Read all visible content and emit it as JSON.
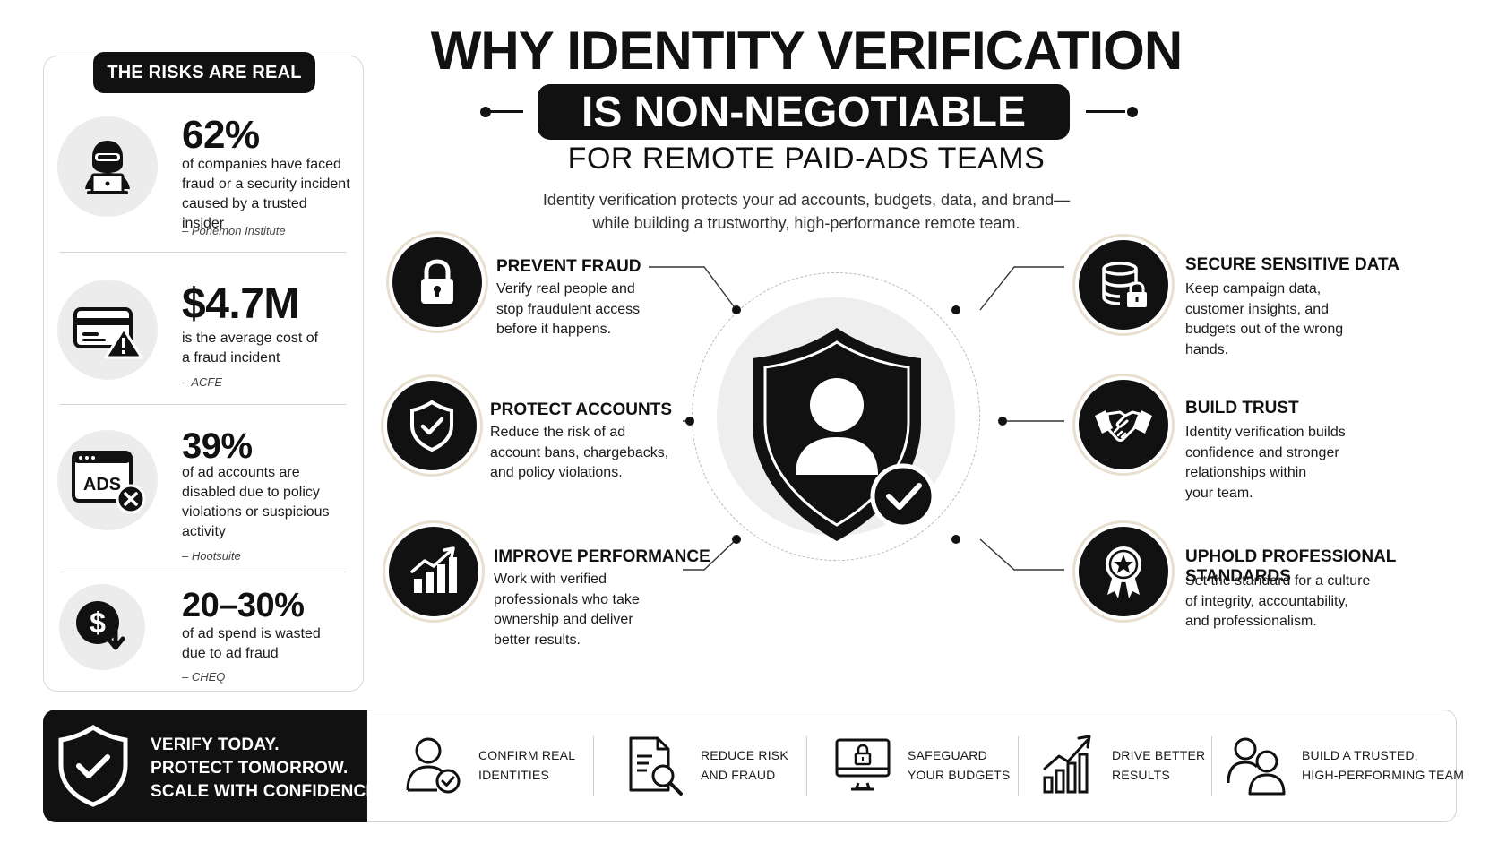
{
  "header": {
    "title": "WHY IDENTITY VERIFICATION",
    "title_highlight": "IS NON-NEGOTIABLE",
    "subtitle": "FOR REMOTE PAID-ADS TEAMS",
    "intro_line1": "Identity verification protects your ad accounts, budgets, data, and brand—",
    "intro_line2": "while building a trustworthy, high-performance remote team."
  },
  "risks": {
    "heading": "THE RISKS ARE REAL",
    "stats": [
      {
        "icon": "hacker-laptop-icon",
        "value": "62%",
        "desc": [
          "of companies have faced",
          "fraud or a security incident",
          "caused by a trusted insider"
        ],
        "source": "– Ponemon Institute"
      },
      {
        "icon": "credit-card-warning-icon",
        "value": "$4.7M",
        "desc": [
          "is the average cost of",
          "a fraud incident"
        ],
        "source": "– ACFE"
      },
      {
        "icon": "ads-window-blocked-icon",
        "value": "39%",
        "badge": "ADS",
        "desc": [
          "of ad accounts are",
          "disabled due to policy",
          "violations or suspicious",
          "activity"
        ],
        "source": "– Hootsuite"
      },
      {
        "icon": "dollar-down-icon",
        "value": "20–30%",
        "desc": [
          "of ad spend is wasted",
          "due to ad fraud"
        ],
        "source": "– CHEQ"
      }
    ]
  },
  "benefits_left": [
    {
      "icon": "padlock-icon",
      "title": "PREVENT FRAUD",
      "desc": [
        "Verify real people and",
        "stop fraudulent access",
        "before it happens."
      ]
    },
    {
      "icon": "shield-check-icon",
      "title": "PROTECT ACCOUNTS",
      "desc": [
        "Reduce the risk of ad",
        "account bans, chargebacks,",
        "and policy violations."
      ]
    },
    {
      "icon": "bar-chart-growth-icon",
      "title": "IMPROVE PERFORMANCE",
      "desc": [
        "Work with verified",
        "professionals who take",
        "ownership and deliver",
        "better results."
      ]
    }
  ],
  "benefits_right": [
    {
      "icon": "database-lock-icon",
      "title": "SECURE SENSITIVE DATA",
      "desc": [
        "Keep campaign data,",
        "customer insights, and",
        "budgets out of the wrong",
        "hands."
      ]
    },
    {
      "icon": "handshake-icon",
      "title": "BUILD TRUST",
      "desc": [
        "Identity verification builds",
        "confidence and stronger",
        "relationships within",
        "your team."
      ]
    },
    {
      "icon": "award-badge-icon",
      "title": "UPHOLD PROFESSIONAL STANDARDS",
      "desc": [
        "Set the standard for a culture",
        "of integrity, accountability,",
        "and professionalism."
      ]
    }
  ],
  "cta": {
    "lines": [
      "VERIFY TODAY.",
      "PROTECT TOMORROW.",
      "SCALE WITH CONFIDENCE."
    ]
  },
  "bottom_items": [
    {
      "icon": "user-check-icon",
      "lines": [
        "CONFIRM REAL",
        "IDENTITIES"
      ]
    },
    {
      "icon": "document-search-icon",
      "lines": [
        "REDUCE RISK",
        "AND FRAUD"
      ]
    },
    {
      "icon": "monitor-lock-icon",
      "lines": [
        "SAFEGUARD",
        "YOUR BUDGETS"
      ]
    },
    {
      "icon": "growth-chart-icon",
      "lines": [
        "DRIVE BETTER",
        "RESULTS"
      ]
    },
    {
      "icon": "team-icon",
      "lines": [
        "BUILD A TRUSTED,",
        "HIGH-PERFORMING TEAM"
      ]
    }
  ],
  "colors": {
    "ink": "#111111",
    "accent_ring": "#e9dfcf",
    "panel_border": "#d8d8d8",
    "background": "#ffffff"
  }
}
